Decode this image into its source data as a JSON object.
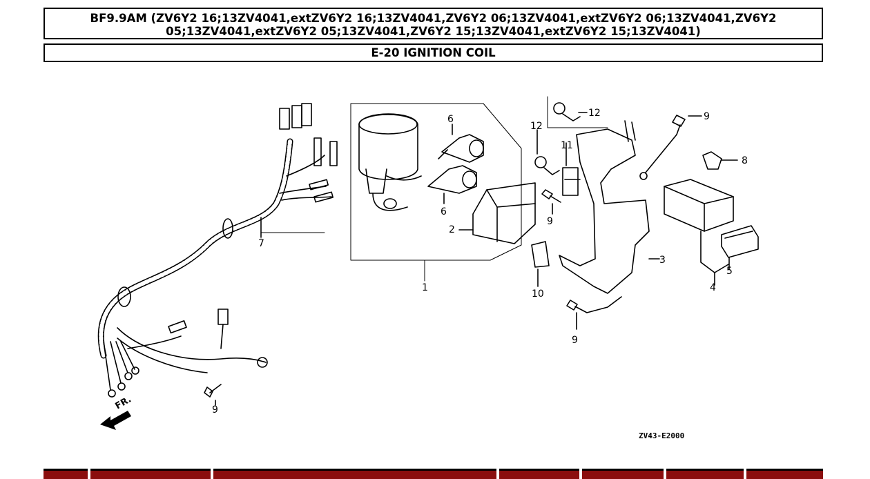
{
  "header": {
    "title": "BF9.9AM (ZV6Y2 16;13ZV4041,extZV6Y2 16;13ZV4041,ZV6Y2 06;13ZV4041,extZV6Y2 06;13ZV4041,ZV6Y2 05;13ZV4041,extZV6Y2 05;13ZV4041,ZV6Y2 15;13ZV4041,extZV6Y2 15;13ZV4041)",
    "subtitle": "E-20 IGNITION COIL"
  },
  "diagram": {
    "callouts": [
      "1",
      "2",
      "3",
      "4",
      "5",
      "6",
      "6",
      "7",
      "8",
      "9",
      "9",
      "9",
      "9",
      "10",
      "11",
      "12",
      "12"
    ],
    "direction_marker": "FR.",
    "drawing_code": "ZV43-E2000"
  },
  "table": {
    "header_color": "#8b0e0e"
  }
}
